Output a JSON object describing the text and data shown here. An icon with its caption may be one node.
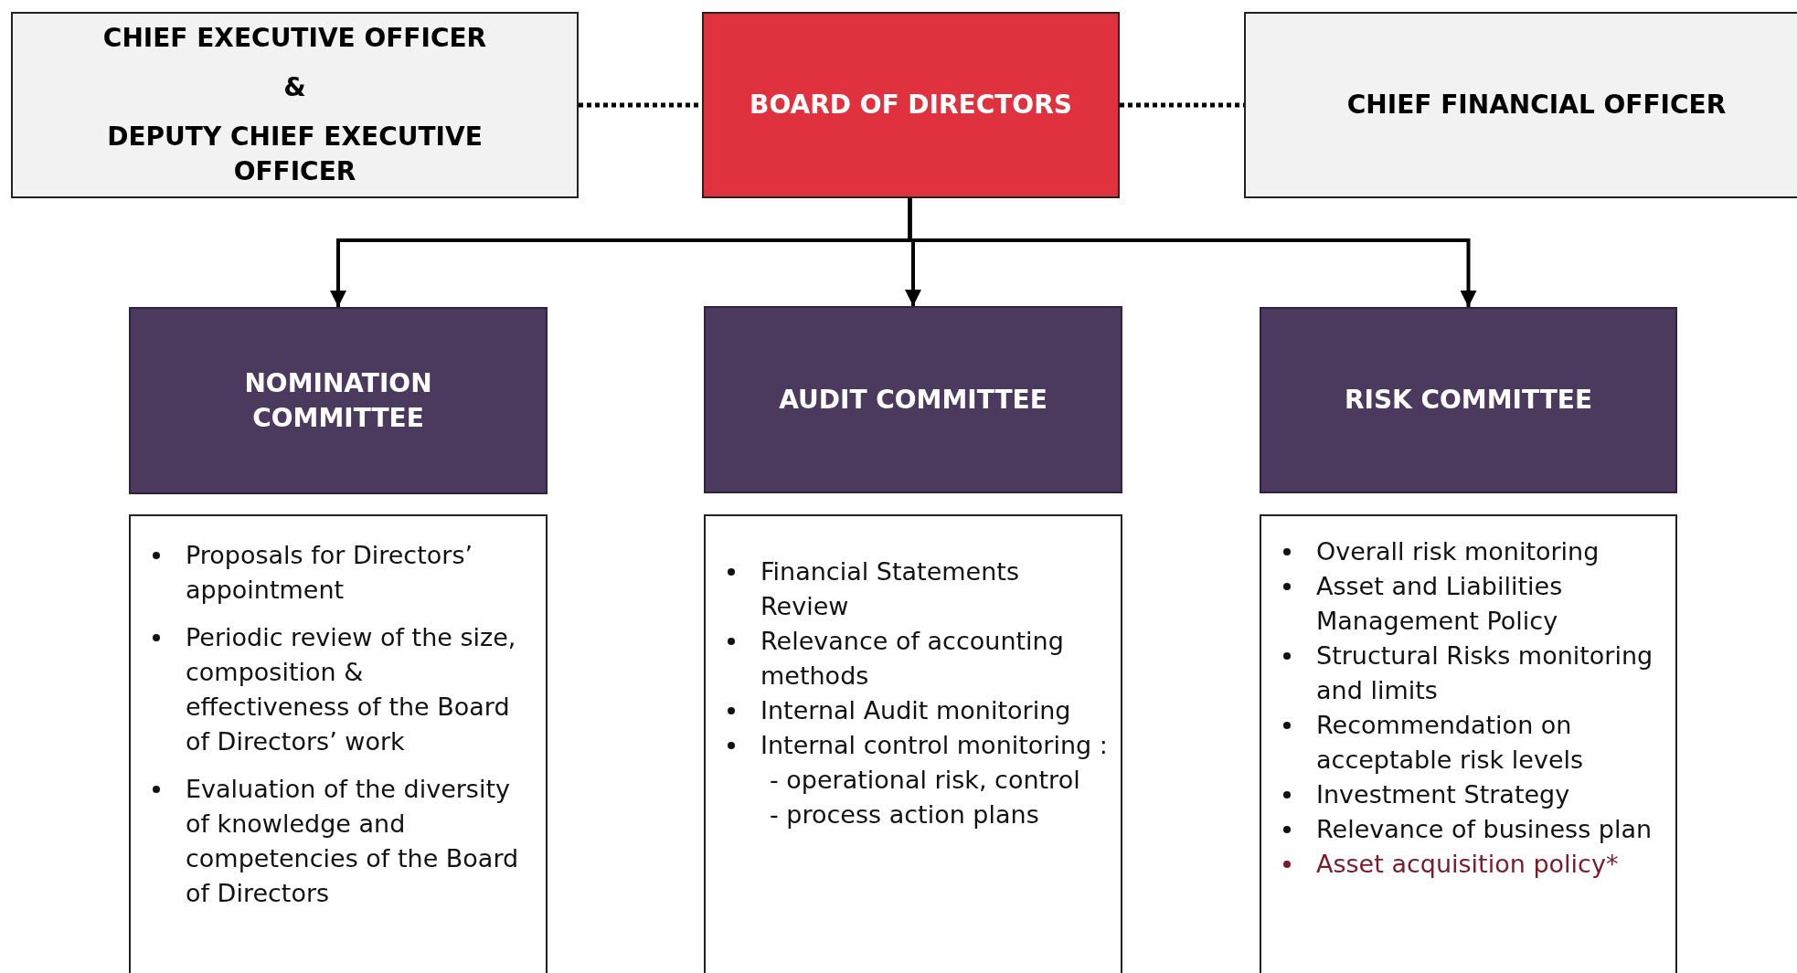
{
  "diagram": {
    "nodes": [
      {
        "text": [
          "CHIEF EXECUTIVE OFFICER",
          "&",
          "DEPUTY CHIEF EXECUTIVE OFFICER"
        ]
      },
      {
        "text": [
          "BOARD OF DIRECTORS"
        ]
      },
      {
        "text": [
          "CHIEF FINANCIAL OFFICER"
        ]
      },
      {
        "text": [
          "NOMINATION COMMITTEE"
        ]
      },
      {
        "text": [
          "AUDIT COMMITTEE"
        ]
      },
      {
        "text": [
          "RISK COMMITTEE"
        ]
      },
      {
        "text": [
          "Proposals for Directors’ appointment",
          "Periodic review of the size, composition & effectiveness of the Board of Directors’ work",
          "Evaluation of the diversity of knowledge and competencies of the Board of Directors"
        ]
      },
      {
        "text": [
          "Financial Statements Review",
          "Relevance of accounting methods",
          "Internal Audit monitoring",
          "Internal control monitoring :"
        ]
      },
      {
        "text": [
          "- operational risk, control",
          "- process action plans"
        ],
        "in": 7
      },
      {
        "text": [
          "Overall risk monitoring",
          "Asset and Liabilities Management Policy",
          "Structural Risks monitoring and limits",
          "Recommendation on acceptable risk levels",
          "Investment Strategy",
          "Relevance of business plan"
        ]
      },
      {
        "text": [
          "Asset acquisition policy*"
        ],
        "in": 9
      }
    ],
    "edges": [
      {
        "from": 0,
        "to": 1,
        "arrow": "none",
        "style": "dashed"
      },
      {
        "from": 1,
        "to": 2,
        "arrow": "none",
        "style": "dashed"
      },
      {
        "from": 1,
        "to": 3,
        "arrow": "to"
      },
      {
        "from": 1,
        "to": 4,
        "arrow": "to"
      },
      {
        "from": 1,
        "to": 5,
        "arrow": "to"
      }
    ]
  }
}
